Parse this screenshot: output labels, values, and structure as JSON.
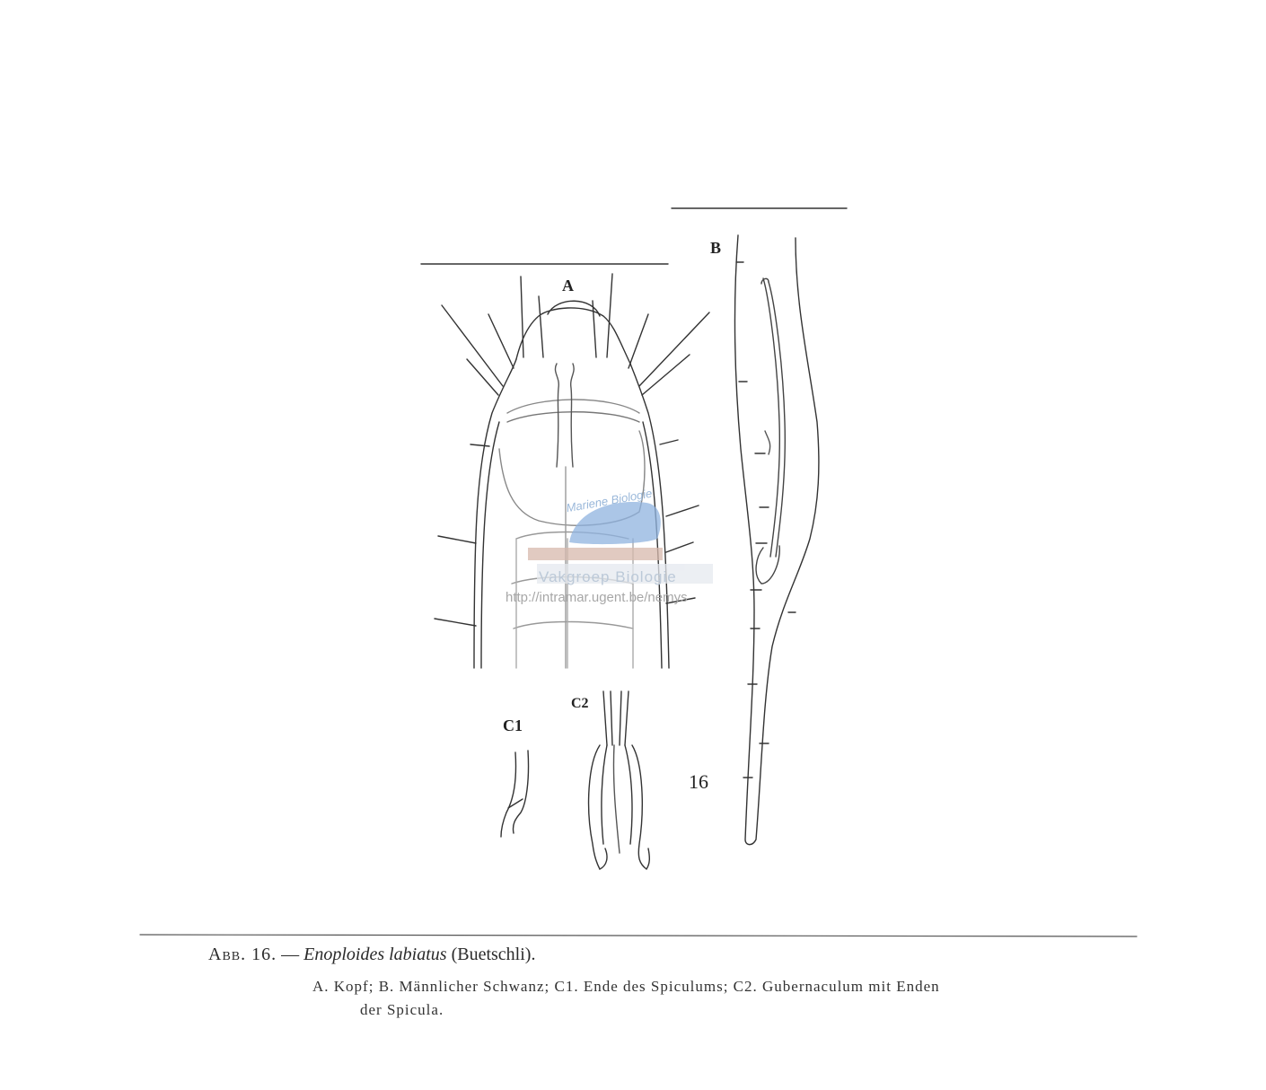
{
  "figure": {
    "panel_a_label": "A",
    "panel_b_label": "B",
    "panel_c1_label": "C1",
    "panel_c2_label": "C2",
    "plate_number": "16"
  },
  "watermark": {
    "line1": "Mariene Biologie",
    "line2": "Vakgroep Biologie",
    "url": "http://intramar.ugent.be/nemys"
  },
  "caption": {
    "abb": "Abb. 16.",
    "dash": " — ",
    "species": "Enoploides labiatus",
    "author": " (Buetschli).",
    "line1": "A. Kopf; B. Männlicher Schwanz; C1. Ende des Spiculums; C2. Gubernaculum mit Enden",
    "line2": "der Spicula."
  },
  "colors": {
    "ink": "#2a2a2a",
    "watermark_blue": "#8fb3e0"
  }
}
